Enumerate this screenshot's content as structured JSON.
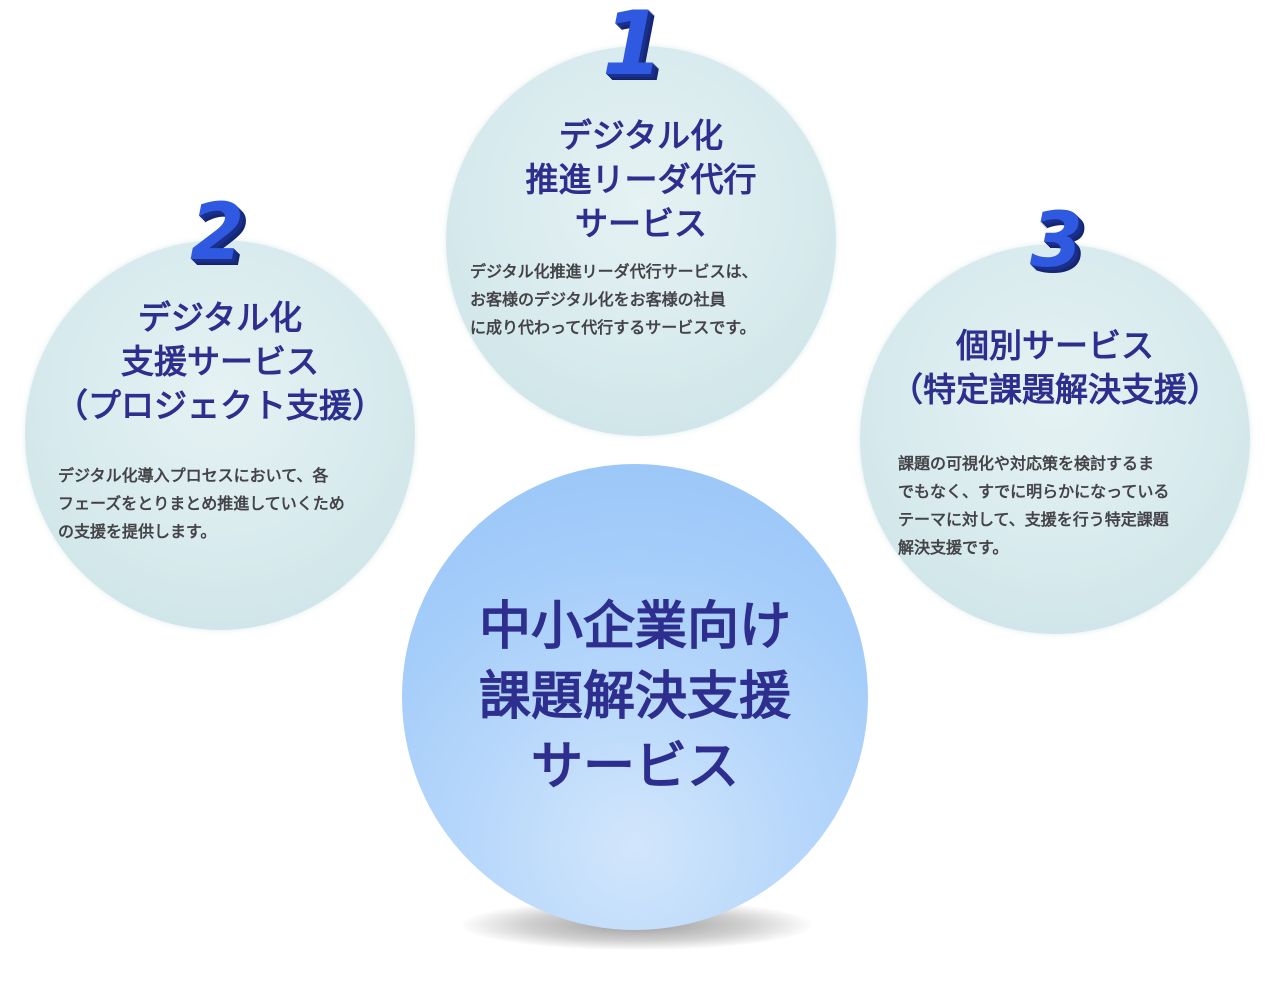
{
  "services": [
    {
      "number": "1",
      "title_lines": [
        "デジタル化",
        "推進リーダ代行",
        "サービス"
      ],
      "desc_lines": [
        "デジタル化推進リーダ代行サービスは、",
        "お客様のデジタル化をお客様の社員",
        "に成り代わって代行するサービスです。"
      ]
    },
    {
      "number": "2",
      "title_lines": [
        "デジタル化",
        "支援サービス",
        "（プロジェクト支援）"
      ],
      "desc_lines": [
        "デジタル化導入プロセスにおいて、各",
        "フェーズをとりまとめ推進していくため",
        "の支援を提供します。"
      ]
    },
    {
      "number": "3",
      "title_lines": [
        "個別サービス",
        "（特定課題解決支援）"
      ],
      "desc_lines": [
        "課題の可視化や対応策を検討するま",
        "でもなく、すでに明らかになっている",
        "テーマに対して、支援を行う特定課題",
        "解決支援です。"
      ]
    }
  ],
  "center": {
    "title_lines": [
      "中小企業向け",
      "課題解決支援",
      "サービス"
    ]
  },
  "colors": {
    "title": "#2e2e8f",
    "desc": "#444448",
    "small_circle": "#d7eaed",
    "main_circle": "#a5cdfa",
    "number": "#2f59e0"
  }
}
